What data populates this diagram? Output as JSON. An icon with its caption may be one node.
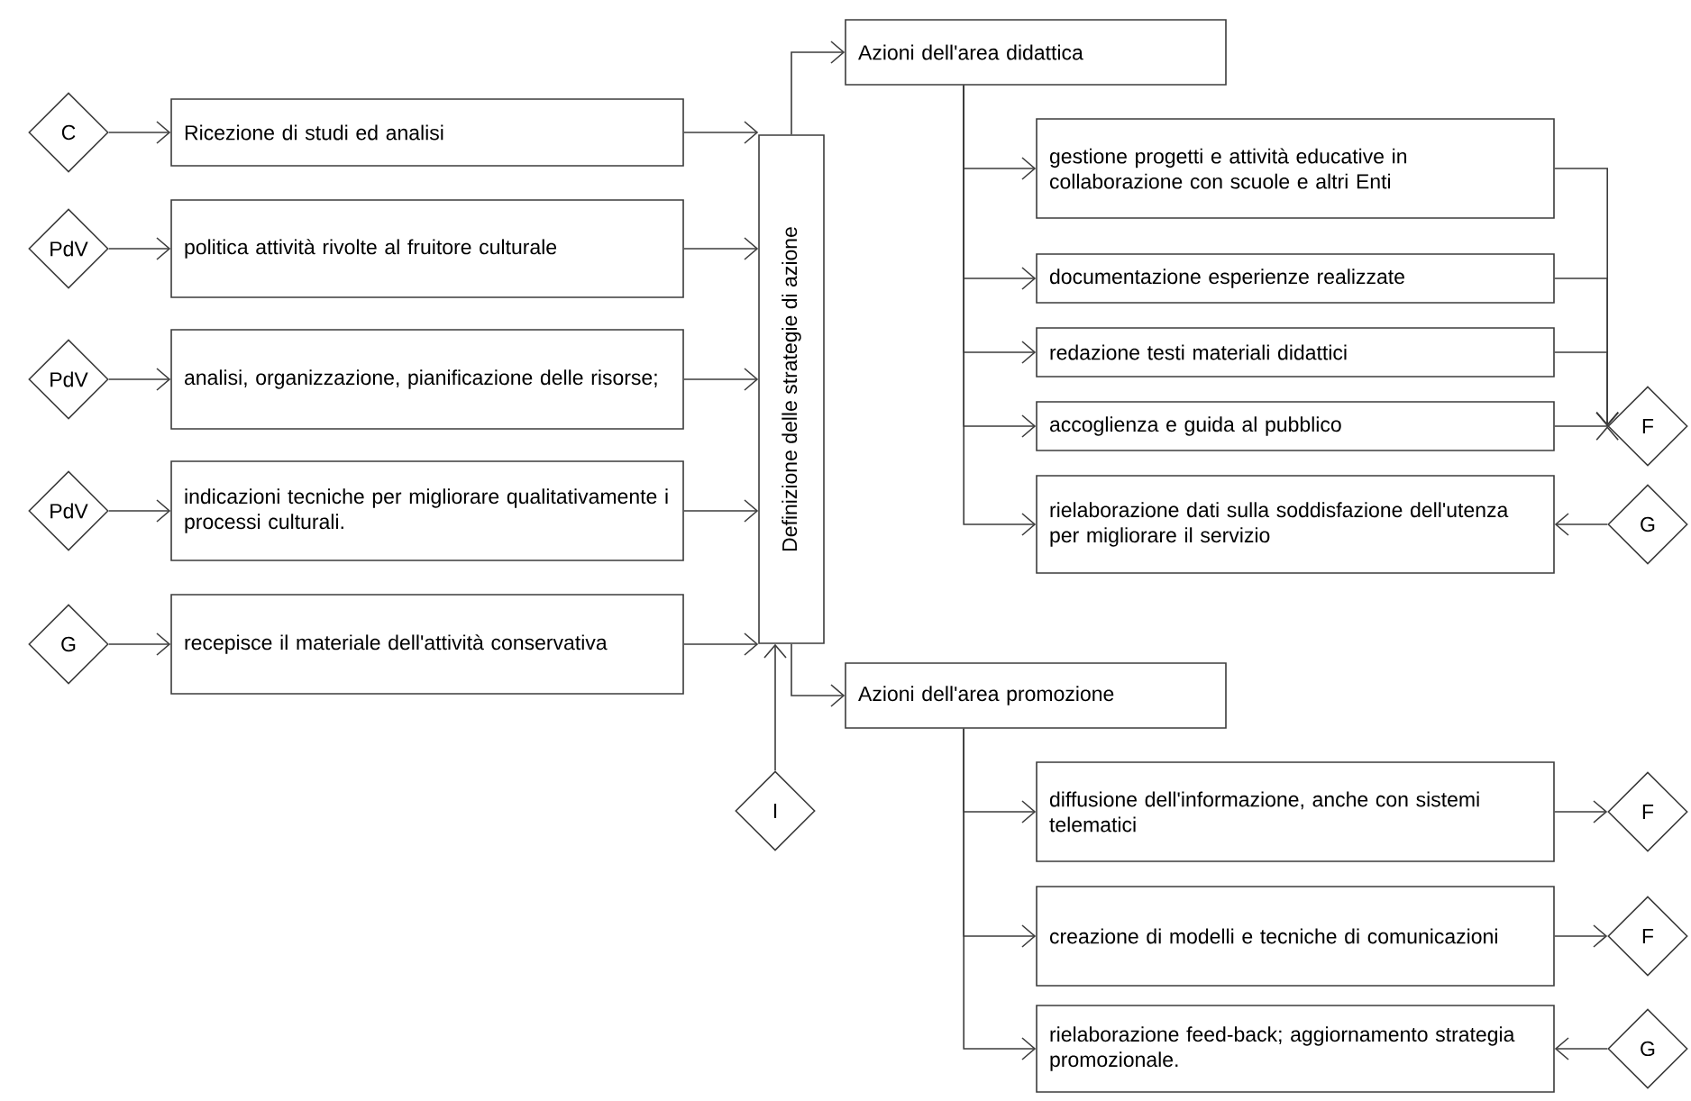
{
  "diagram": {
    "nodes": [
      {
        "text": [
          "C"
        ]
      },
      {
        "text": [
          "Ricezione di studi ed analisi"
        ]
      },
      {
        "text": [
          "PdV"
        ]
      },
      {
        "text": [
          "politica attività rivolte al fruitore culturale"
        ]
      },
      {
        "text": [
          "PdV"
        ]
      },
      {
        "text": [
          "analisi, organizzazione, pianificazione delle risorse;"
        ]
      },
      {
        "text": [
          "PdV"
        ]
      },
      {
        "text": [
          "indicazioni tecniche per migliorare qualitativamente i processi culturali."
        ]
      },
      {
        "text": [
          "G"
        ]
      },
      {
        "text": [
          "recepisce il materiale dell'attività conservativa"
        ]
      },
      {
        "text": [
          "Definizione delle strategie di azione"
        ]
      },
      {
        "text": [
          "Azioni dell'area didattica"
        ]
      },
      {
        "text": [
          "gestione progetti e attività educative in collaborazione con scuole e altri Enti"
        ]
      },
      {
        "text": [
          "documentazione esperienze realizzate"
        ]
      },
      {
        "text": [
          "redazione testi materiali didattici"
        ]
      },
      {
        "text": [
          "accoglienza e guida al pubblico"
        ]
      },
      {
        "text": [
          "rielaborazione dati sulla soddisfazione dell'utenza per migliorare il servizio"
        ]
      },
      {
        "text": [
          "F"
        ]
      },
      {
        "text": [
          "G"
        ]
      },
      {
        "text": [
          "Azioni dell'area promozione"
        ]
      },
      {
        "text": [
          "I"
        ]
      },
      {
        "text": [
          "diffusione dell'informazione, anche con sistemi telematici"
        ]
      },
      {
        "text": [
          "F"
        ]
      },
      {
        "text": [
          "creazione di modelli e tecniche di comunicazioni"
        ]
      },
      {
        "text": [
          "F"
        ]
      },
      {
        "text": [
          "rielaborazione feed-back; aggiornamento strategia promozionale."
        ]
      },
      {
        "text": [
          "G"
        ]
      }
    ],
    "edges": [
      {
        "from": 0,
        "to": 1,
        "arrow": "to"
      },
      {
        "from": 2,
        "to": 3,
        "arrow": "to"
      },
      {
        "from": 4,
        "to": 5,
        "arrow": "to"
      },
      {
        "from": 6,
        "to": 7,
        "arrow": "to"
      },
      {
        "from": 8,
        "to": 9,
        "arrow": "to"
      },
      {
        "from": 1,
        "to": 10,
        "arrow": "to"
      },
      {
        "from": 3,
        "to": 10,
        "arrow": "to"
      },
      {
        "from": 5,
        "to": 10,
        "arrow": "to"
      },
      {
        "from": 7,
        "to": 10,
        "arrow": "to"
      },
      {
        "from": 9,
        "to": 10,
        "arrow": "to"
      },
      {
        "from": 10,
        "to": 11,
        "arrow": "to"
      },
      {
        "from": 10,
        "to": 19,
        "arrow": "to"
      },
      {
        "from": 20,
        "to": 10,
        "arrow": "to"
      },
      {
        "from": 11,
        "to": 12,
        "arrow": "to"
      },
      {
        "from": 11,
        "to": 13,
        "arrow": "to"
      },
      {
        "from": 11,
        "to": 14,
        "arrow": "to"
      },
      {
        "from": 11,
        "to": 15,
        "arrow": "to"
      },
      {
        "from": 11,
        "to": 16,
        "arrow": "to"
      },
      {
        "from": 12,
        "to": 17,
        "arrow": "to"
      },
      {
        "from": 13,
        "to": 17,
        "arrow": "to"
      },
      {
        "from": 14,
        "to": 17,
        "arrow": "to"
      },
      {
        "from": 15,
        "to": 17,
        "arrow": "to"
      },
      {
        "from": 18,
        "to": 16,
        "arrow": "to"
      },
      {
        "from": 19,
        "to": 21,
        "arrow": "to"
      },
      {
        "from": 19,
        "to": 23,
        "arrow": "to"
      },
      {
        "from": 19,
        "to": 25,
        "arrow": "to"
      },
      {
        "from": 21,
        "to": 22,
        "arrow": "to"
      },
      {
        "from": 23,
        "to": 24,
        "arrow": "to"
      },
      {
        "from": 26,
        "to": 25,
        "arrow": "to"
      }
    ]
  }
}
